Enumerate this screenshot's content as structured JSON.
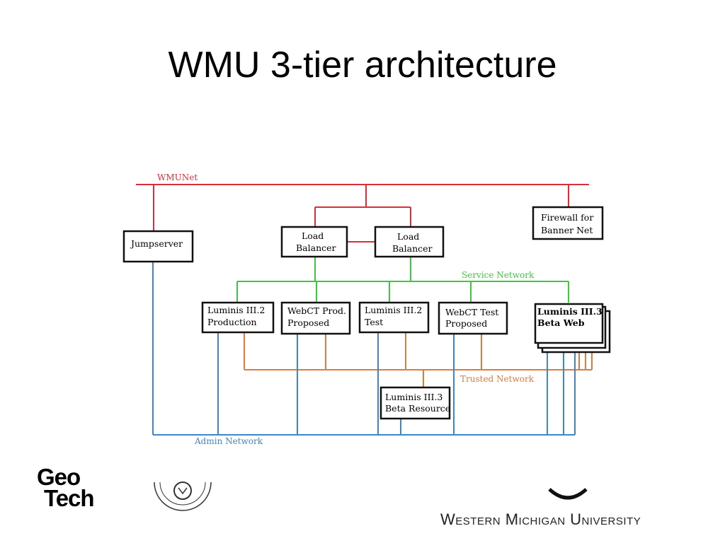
{
  "title": "WMU 3-tier architecture",
  "colors": {
    "wmunet": "#d8303a",
    "service": "#3ec83e",
    "trusted": "#e07a3a",
    "admin": "#3d86c9",
    "node_border": "#111111"
  },
  "networks": {
    "wmunet": "WMUNet",
    "service": "Service Network",
    "trusted": "Trusted Network",
    "admin": "Admin Network"
  },
  "nodes": {
    "jumpserver": [
      "Jumpserver"
    ],
    "firewall": [
      "Firewall for",
      "Banner Net"
    ],
    "lb1": [
      "Load",
      "Balancer"
    ],
    "lb2": [
      "Load",
      "Balancer"
    ],
    "luminis_prod": [
      "Luminis III.2",
      "Production"
    ],
    "webct_prod": [
      "WebCT Prod.",
      "Proposed"
    ],
    "luminis_test": [
      "Luminis III.2",
      "Test"
    ],
    "webct_test": [
      "WebCT Test",
      "Proposed"
    ],
    "luminis_beta_web": [
      "Luminis III.3",
      "Beta  Web"
    ],
    "luminis_beta_resource": [
      "Luminis III.3",
      "Beta  Resource"
    ]
  },
  "logos": {
    "georgia_tech_line1": "Geo",
    "georgia_tech_line2": "Tech",
    "wmu": "Western Michigan University"
  }
}
